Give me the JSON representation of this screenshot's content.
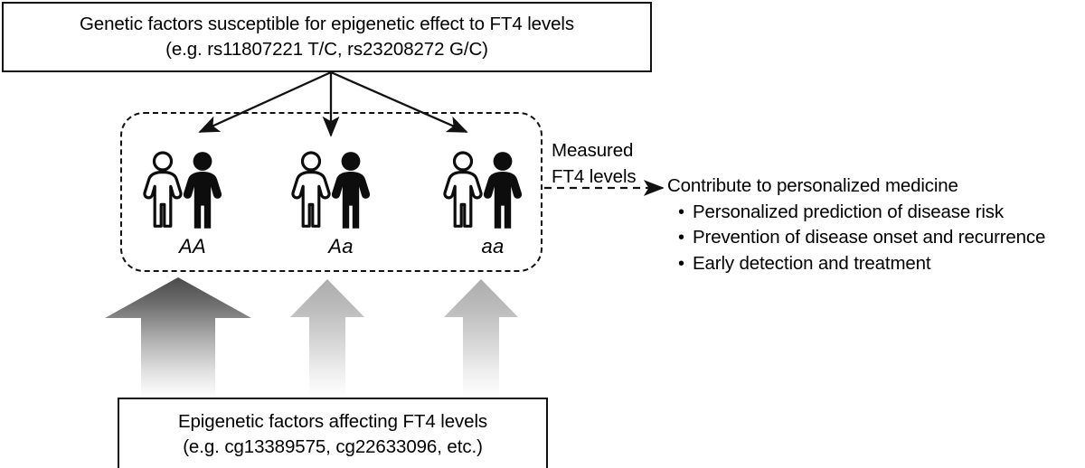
{
  "diagram": {
    "genetic_box": {
      "line1": "Genetic factors susceptible for epigenetic effect to FT4 levels",
      "line2": "(e.g. rs11807221 T/C, rs23208272 G/C)"
    },
    "epigenetic_box": {
      "line1": "Epigenetic factors affecting FT4 levels",
      "line2": "(e.g. cg13389575, cg22633096, etc.)"
    },
    "cohort": {
      "groups": [
        {
          "genotype": "AA",
          "icon": "person-pair-icon"
        },
        {
          "genotype": "Aa",
          "icon": "person-pair-icon"
        },
        {
          "genotype": "aa",
          "icon": "person-pair-icon"
        }
      ]
    },
    "measured": {
      "line1": "Measured",
      "line2": "FT4 levels"
    },
    "outcome": {
      "heading": "Contribute to personalized medicine",
      "bullet_glyph": "•",
      "items": [
        "Personalized prediction of disease risk",
        "Prevention of disease onset and recurrence",
        "Early detection and treatment"
      ]
    },
    "colors": {
      "stroke": "#111111",
      "figure_dark": "#0d0d0d",
      "figure_light": "#ffffff",
      "arrow_dark_top": "#4f4f4f",
      "arrow_light_top": "#b4b4b4",
      "background": "#ffffff"
    }
  }
}
